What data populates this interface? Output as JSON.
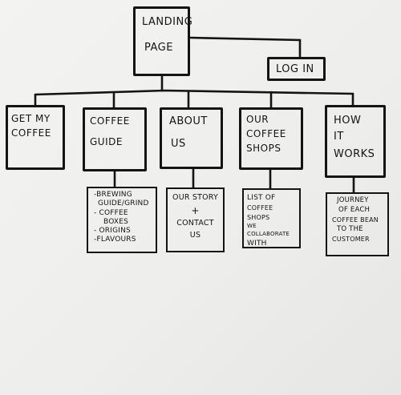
{
  "root": {
    "line1": "LANDING",
    "line2": "PAGE"
  },
  "login": {
    "label": "LOG IN"
  },
  "sections": [
    {
      "lines": [
        "GET MY",
        "COFFEE"
      ]
    },
    {
      "lines": [
        "COFFEE",
        "GUIDE"
      ]
    },
    {
      "lines": [
        "ABOUT",
        "US"
      ]
    },
    {
      "lines": [
        "OUR",
        "COFFEE",
        "SHOPS"
      ]
    },
    {
      "lines": [
        "HOW",
        "IT",
        "WORKS"
      ]
    }
  ],
  "notes": {
    "coffee_guide": [
      "-BREWING",
      "GUIDE/GRIND",
      "- COFFEE",
      "BOXES",
      "- ORIGINS",
      "-FLAVOURS"
    ],
    "about_us": [
      "OUR STORY",
      "+",
      "CONTACT",
      "US"
    ],
    "coffee_shops": [
      "LIST OF",
      "COFFEE SHOPS",
      "WE COLLABORATE",
      "WITH"
    ],
    "how_it_works": [
      "JOURNEY",
      "OF EACH",
      "COFFEE BEAN",
      "TO THE",
      "CUSTOMER"
    ]
  }
}
